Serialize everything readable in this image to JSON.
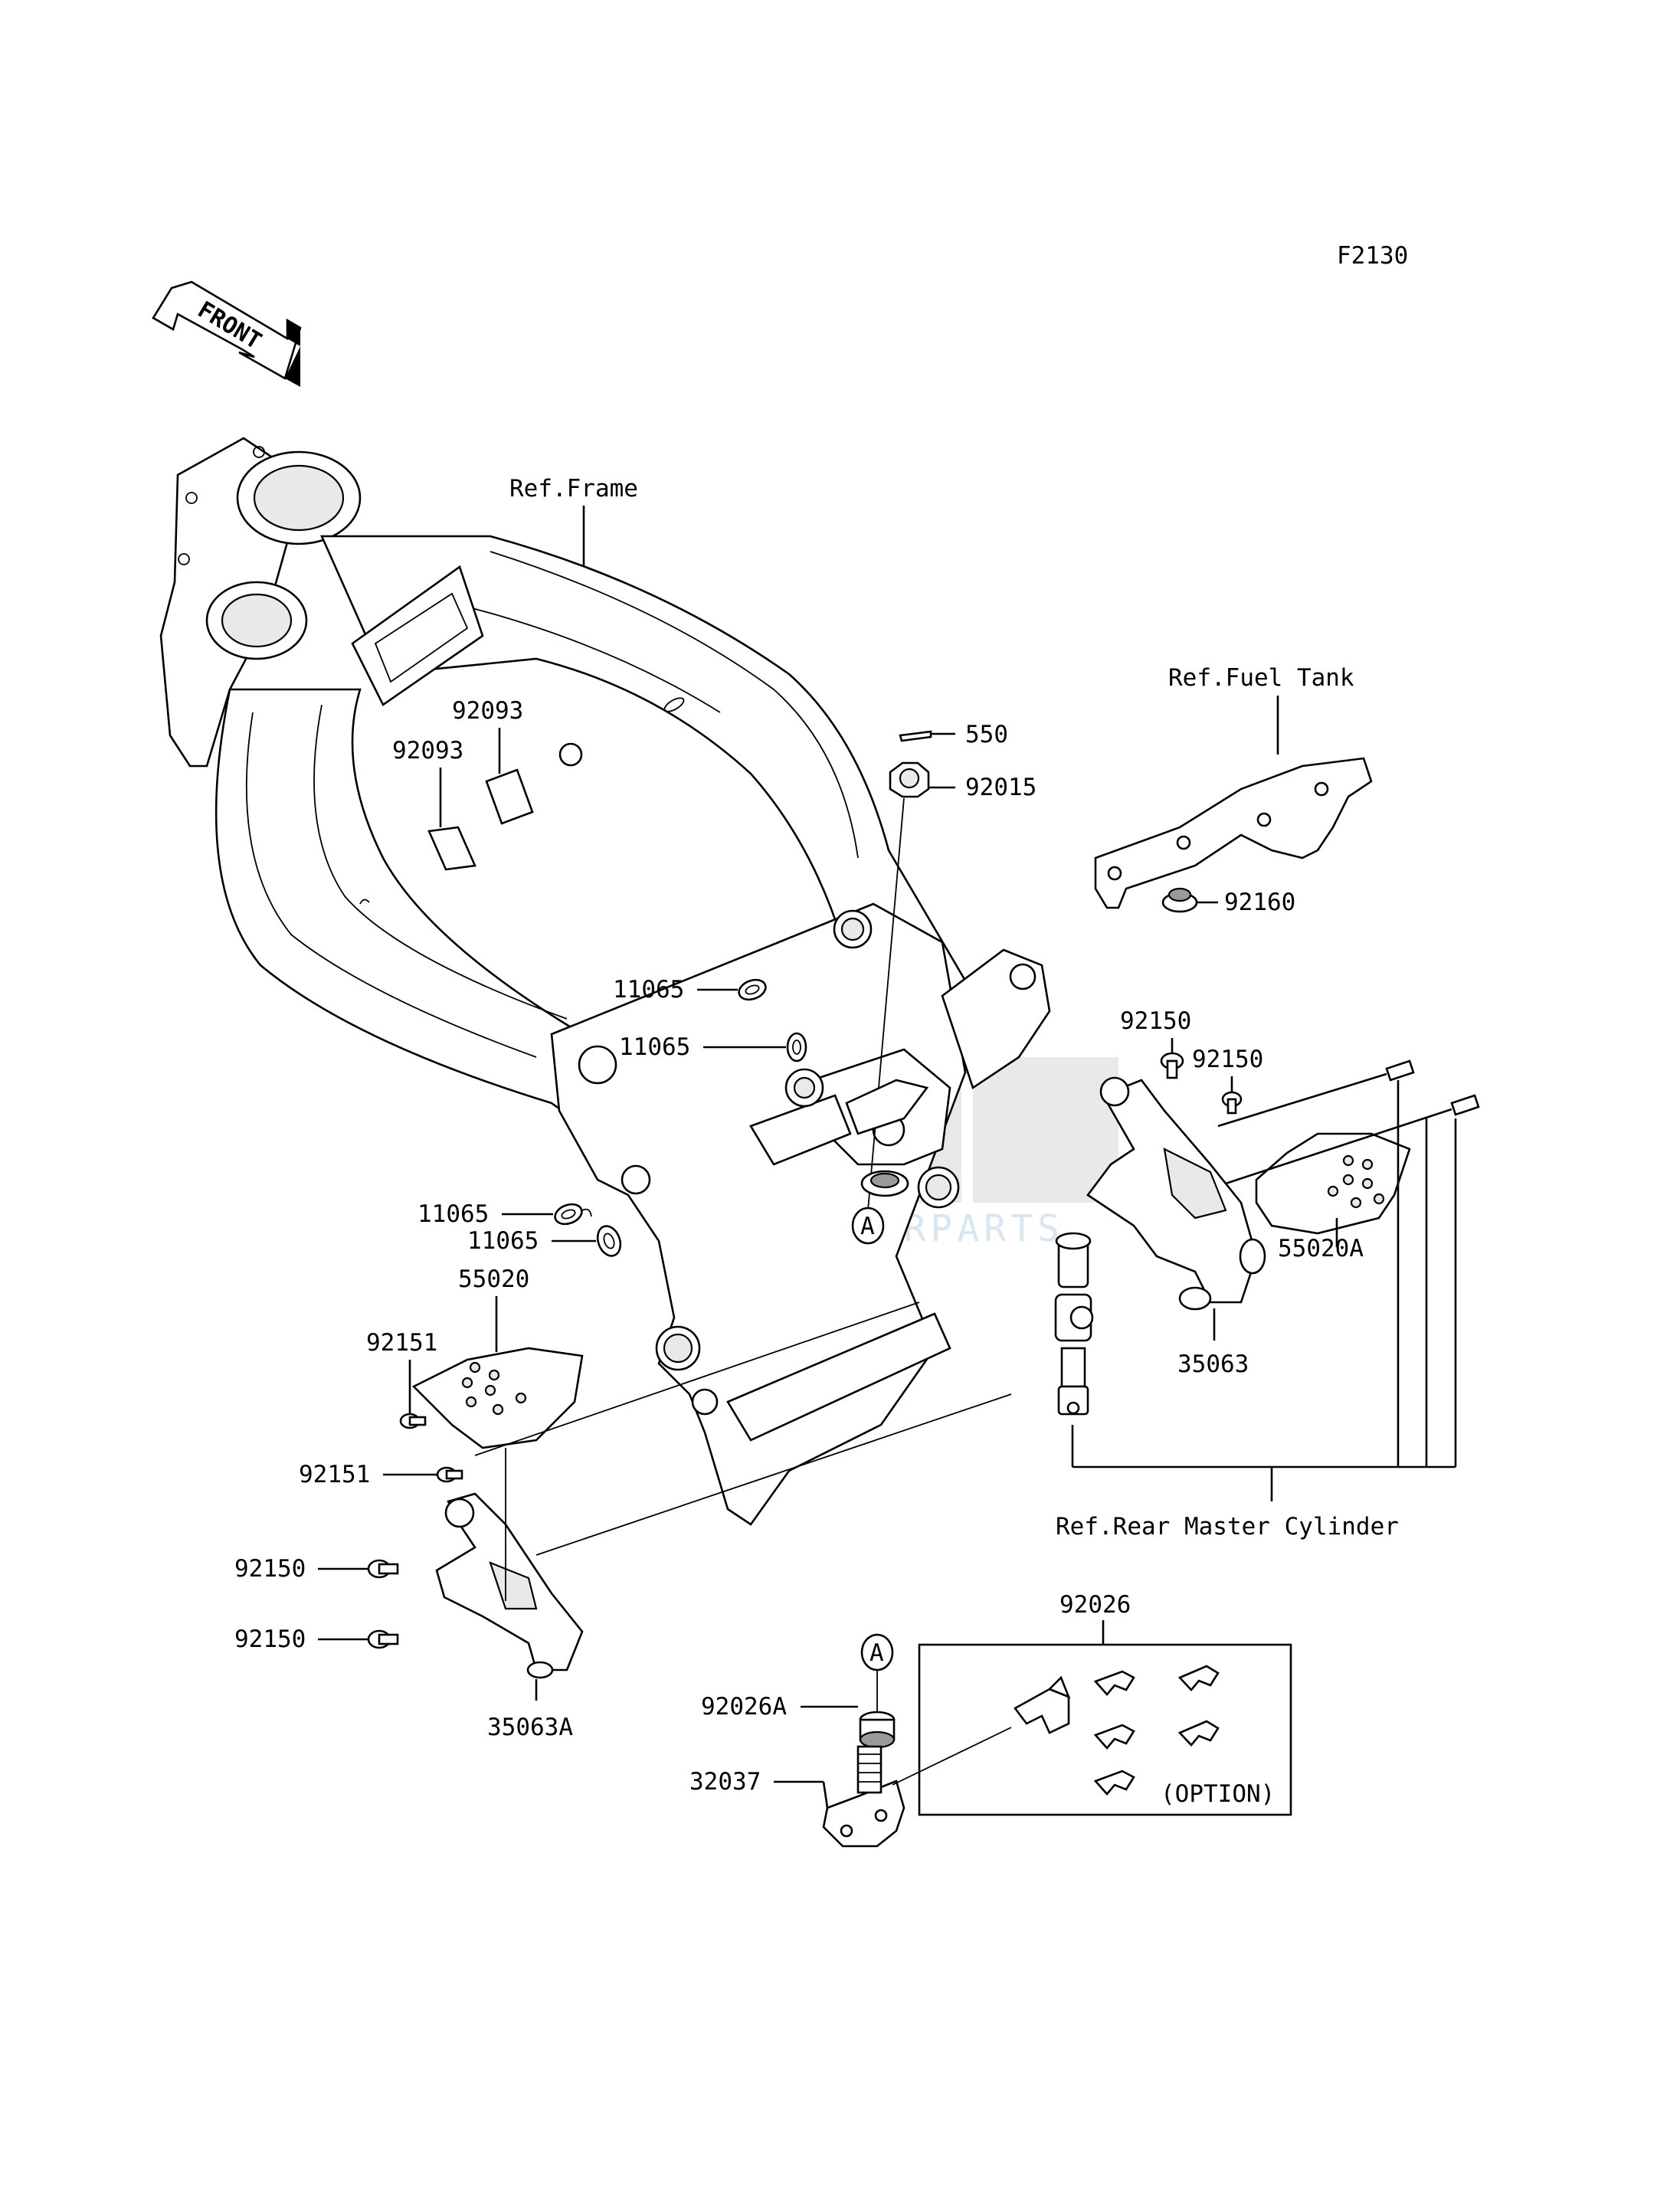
{
  "figure_code": "F2130",
  "front_arrow": "FRONT",
  "refs": {
    "frame": "Ref.Frame",
    "fuel_tank": "Ref.Fuel Tank",
    "rear_master_cylinder": "Ref.Rear Master Cylinder"
  },
  "callouts": {
    "a_upper": "A",
    "a_lower": "A"
  },
  "option_label": "(OPTION)",
  "parts": {
    "p550": "550",
    "p92015": "92015",
    "p92160": "92160",
    "p92093_a": "92093",
    "p92093_b": "92093",
    "p11065_a": "11065",
    "p11065_b": "11065",
    "p11065_c": "11065",
    "p11065_d": "11065",
    "p92150_a": "92150",
    "p92150_b": "92150",
    "p92150_c": "92150",
    "p92150_d": "92150",
    "p55020A": "55020A",
    "p35063": "35063",
    "p55020": "55020",
    "p92151_a": "92151",
    "p92151_b": "92151",
    "p35063A": "35063A",
    "p92026": "92026",
    "p92026A": "92026A",
    "p32037": "32037"
  },
  "watermark": {
    "brand": "MOTORPARTS",
    "color": "#4a90c8"
  }
}
